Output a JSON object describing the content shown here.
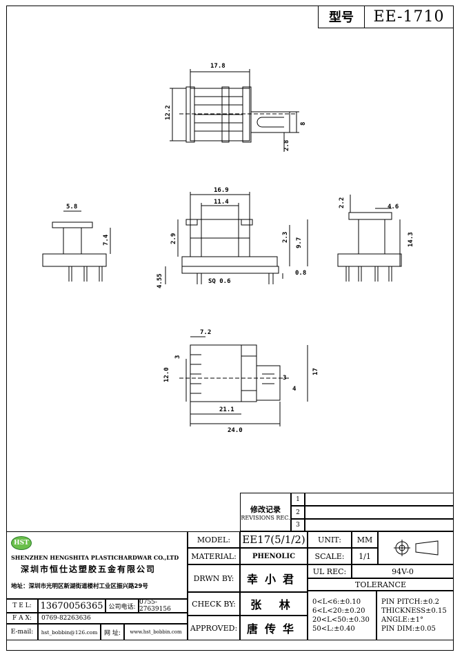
{
  "title": {
    "label": "型号",
    "model": "EE-1710"
  },
  "dims": {
    "top_width": "17.8",
    "top_height": "12.2",
    "top_pin_gap": "8",
    "top_slot": "2.8",
    "mid_width_outer": "16.9",
    "mid_width_inner": "11.4",
    "mid_left_h": "2.9",
    "mid_right_h1": "2.3",
    "mid_right_h2": "9.7",
    "mid_pin_dia": "4.55",
    "mid_pin_sq": "SQ 0.6",
    "mid_pin_off": "0.8",
    "left_w": "5.8",
    "left_h": "7.4",
    "right_top": "2.2",
    "right_w": "4.6",
    "right_h": "14.3",
    "bot_top": "7.2",
    "bot_h1": "3",
    "bot_h2": "12.0",
    "bot_right_h": "17",
    "bot_right_small1": "3",
    "bot_right_small2": "4",
    "bot_inner_w": "21.1",
    "bot_total_w": "24.0"
  },
  "revisions": {
    "label_cn": "修改记录",
    "label_en": "REVISIONS REC.",
    "marks": [
      "1",
      "2",
      "3"
    ]
  },
  "company": {
    "logo": "HST",
    "name_en": "SHENZHEN HENGSHITA PLASTICHARDWAR CO.,LTD",
    "name_cn": "深圳市恒仕达塑胶五金有限公司",
    "address": "地址：深圳市光明区新湖街道楼村工业区振兴路29号",
    "tel_label": "T E L:",
    "tel": "13670056365",
    "company_tel_label": "公司电话:",
    "company_tel": "0755-27639156",
    "fax_label": "F A X:",
    "fax": "0769-82263636",
    "email_label": "E-mail:",
    "email": "hst_bobbin@126.com",
    "web_label": "网 址:",
    "web": "www.hst_bobbin.com"
  },
  "fields": {
    "model_label": "MODEL:",
    "model": "EE17(5/1/2)",
    "material_label": "MATERIAL:",
    "material": "PHENOLIC",
    "drawn_label": "DRWN BY:",
    "drawn": "幸小君",
    "check_label": "CHECK BY:",
    "check": "张 林",
    "approved_label": "APPROVED:",
    "approved": "唐传华",
    "unit_label": "UNIT:",
    "unit": "MM",
    "scale_label": "SCALE:",
    "scale": "1/1",
    "ul_label": "UL REC:",
    "ul": "94V-0",
    "tolerance_label": "TOLERANCE",
    "tol_left": [
      "0<L<6:±0.10",
      "6<L<20:±0.20",
      "20<L<50:±0.30",
      "50<L:±0.40"
    ],
    "tol_right": [
      "PIN PITCH:±0.2",
      "THICKNESS±0.15",
      "ANGLE:±1°",
      "PIN DIM:±0.05"
    ]
  }
}
